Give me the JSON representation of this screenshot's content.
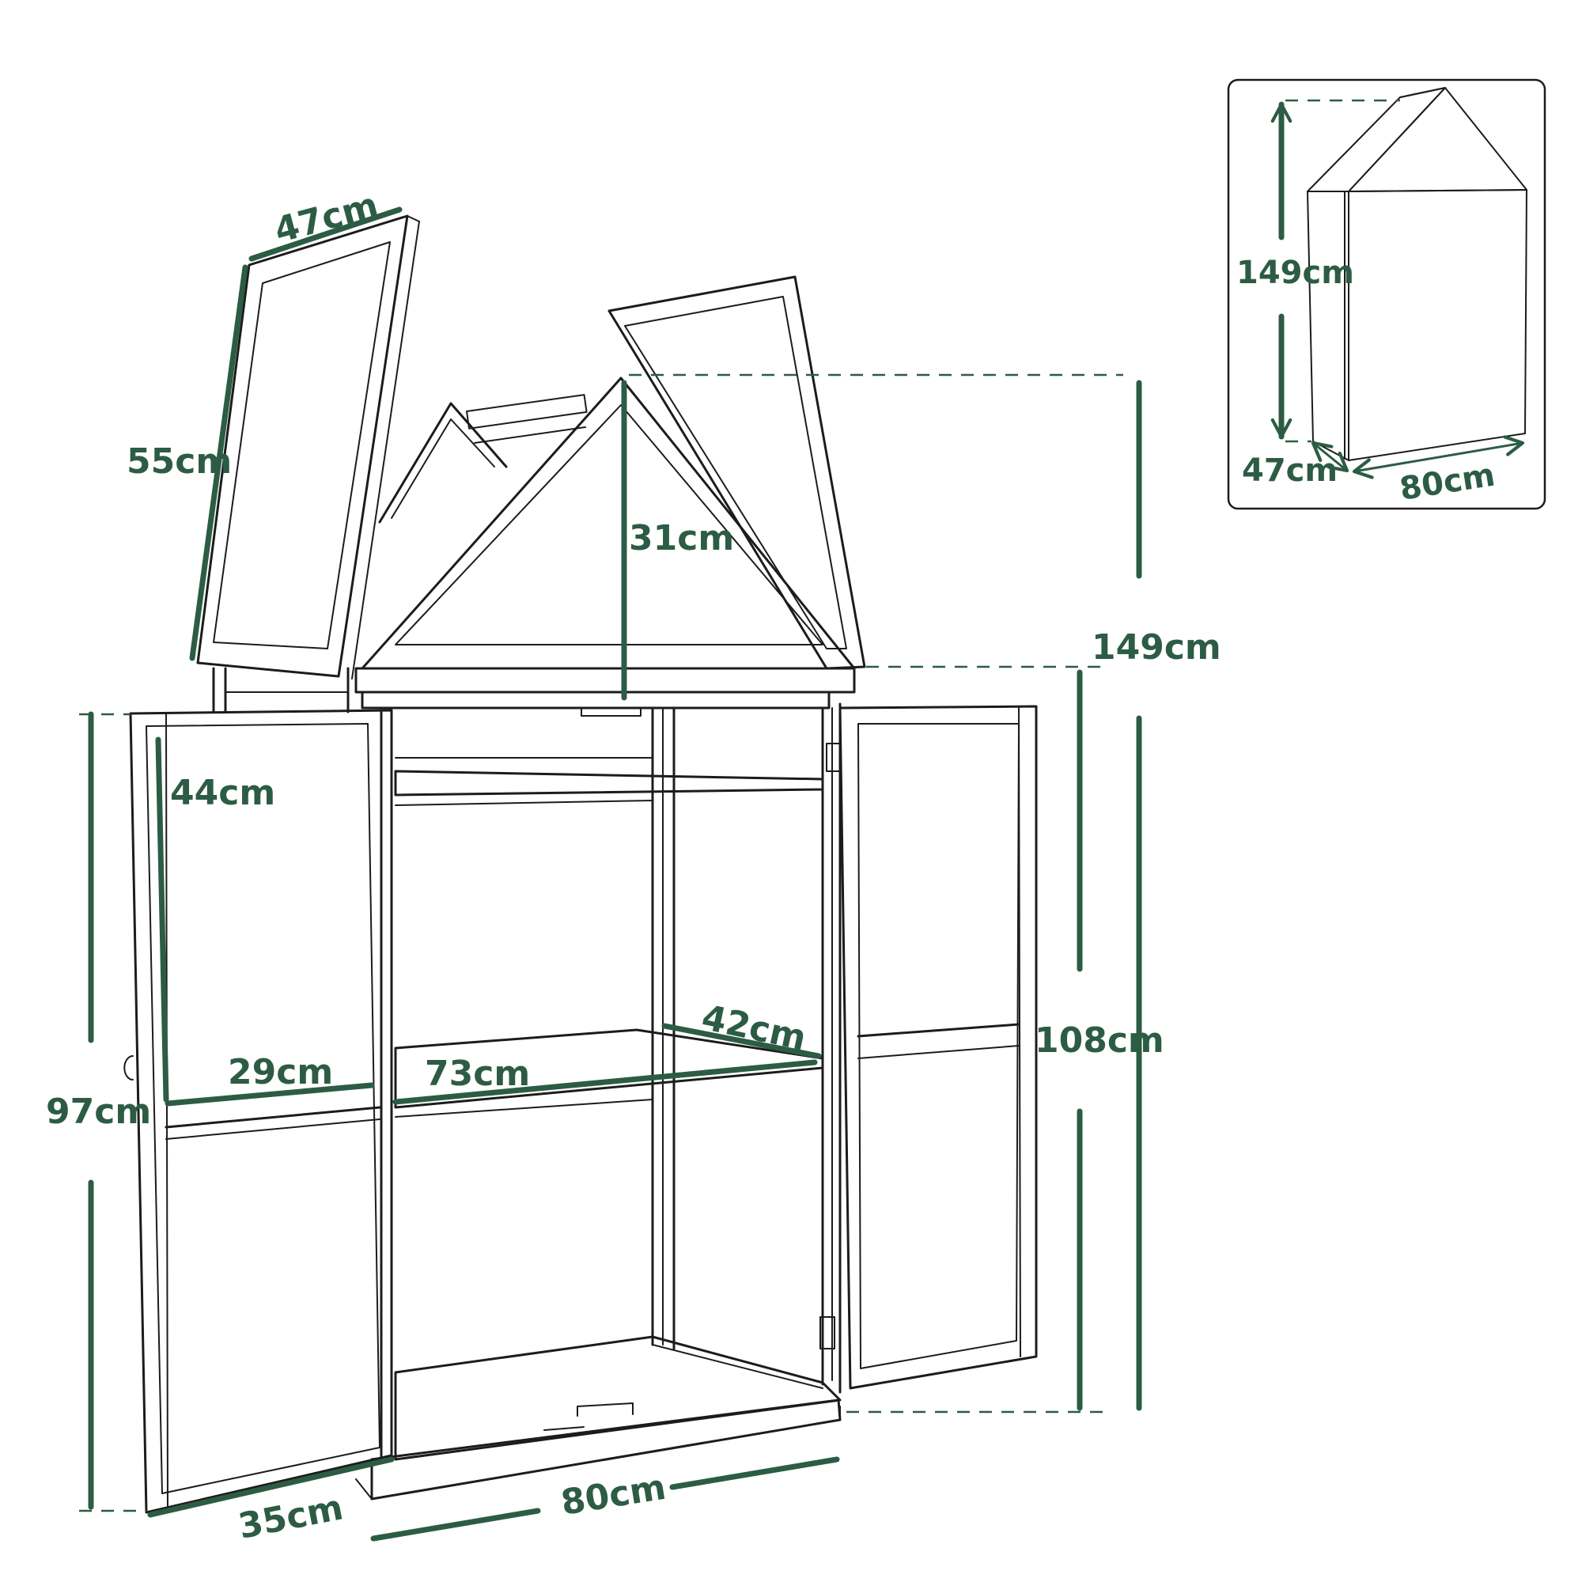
{
  "main_view": {
    "labels": {
      "lid_width": "47cm",
      "lid_length": "55cm",
      "roof_height": "31cm",
      "total_height": "149cm",
      "cabinet_height": "108cm",
      "door_height": "97cm",
      "door_panel_height": "44cm",
      "door_panel_width": "29cm",
      "shelf_width": "73cm",
      "shelf_depth": "42cm",
      "door_width": "35cm",
      "base_width": "80cm"
    }
  },
  "inset": {
    "labels": {
      "height": "149cm",
      "depth": "47cm",
      "width": "80cm"
    }
  },
  "colors": {
    "dimension": "#2d5c44",
    "outline": "#1c1c1c"
  }
}
